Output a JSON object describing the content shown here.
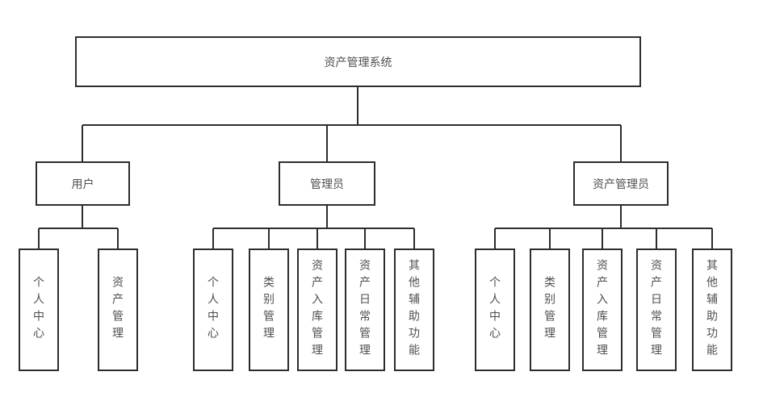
{
  "colors": {
    "line": "#2d2d2d",
    "text": "#4f4f4f",
    "background": "#ffffff"
  },
  "diagram": {
    "type": "org-tree",
    "root": {
      "label": "资产管理系统"
    },
    "branches": [
      {
        "label": "用户",
        "children": [
          {
            "label": "个人中心"
          },
          {
            "label": "资产管理"
          }
        ]
      },
      {
        "label": "管理员",
        "children": [
          {
            "label": "个人中心"
          },
          {
            "label": "类别管理"
          },
          {
            "label": "资产入库管理"
          },
          {
            "label": "资产日常管理"
          },
          {
            "label": "其他辅助功能"
          }
        ]
      },
      {
        "label": "资产管理员",
        "children": [
          {
            "label": "个人中心"
          },
          {
            "label": "类别管理"
          },
          {
            "label": "资产入库管理"
          },
          {
            "label": "资产日常管理"
          },
          {
            "label": "其他辅助功能"
          }
        ]
      }
    ]
  }
}
